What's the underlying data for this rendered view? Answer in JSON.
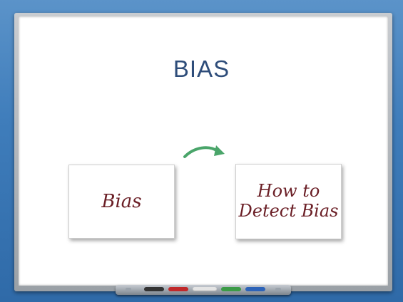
{
  "slide": {
    "title": "BIAS"
  },
  "cards": {
    "left_text": "Bias",
    "right_line1": "How to",
    "right_line2": "Detect Bias"
  },
  "colors": {
    "background": "#3f7dbb",
    "title": "#2e4d7a",
    "handwriting": "#6b1f26",
    "arrow": "#4aa56a"
  }
}
